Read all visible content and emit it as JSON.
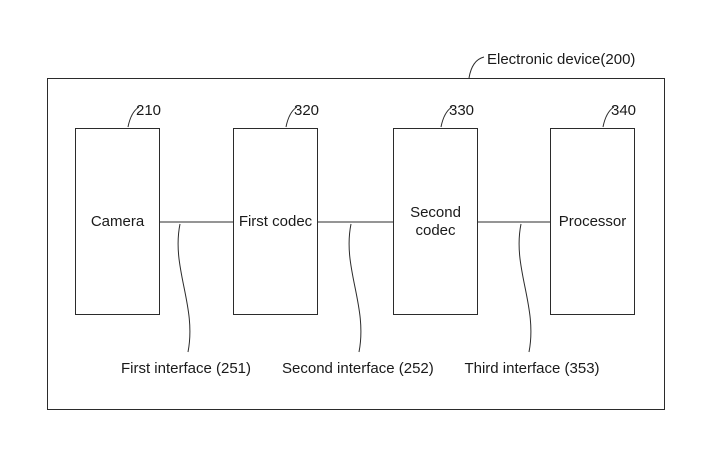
{
  "diagram": {
    "device_label": "Electronic device(200)",
    "blocks": [
      {
        "ref": "210",
        "label": "Camera"
      },
      {
        "ref": "320",
        "label": "First codec"
      },
      {
        "ref": "330",
        "label": "Second codec"
      },
      {
        "ref": "340",
        "label": "Processor"
      }
    ],
    "interfaces": [
      {
        "label": "First interface (251)"
      },
      {
        "label": "Second interface (252)"
      },
      {
        "label": "Third interface (353)"
      }
    ],
    "line_color": "#2b2b2b"
  }
}
